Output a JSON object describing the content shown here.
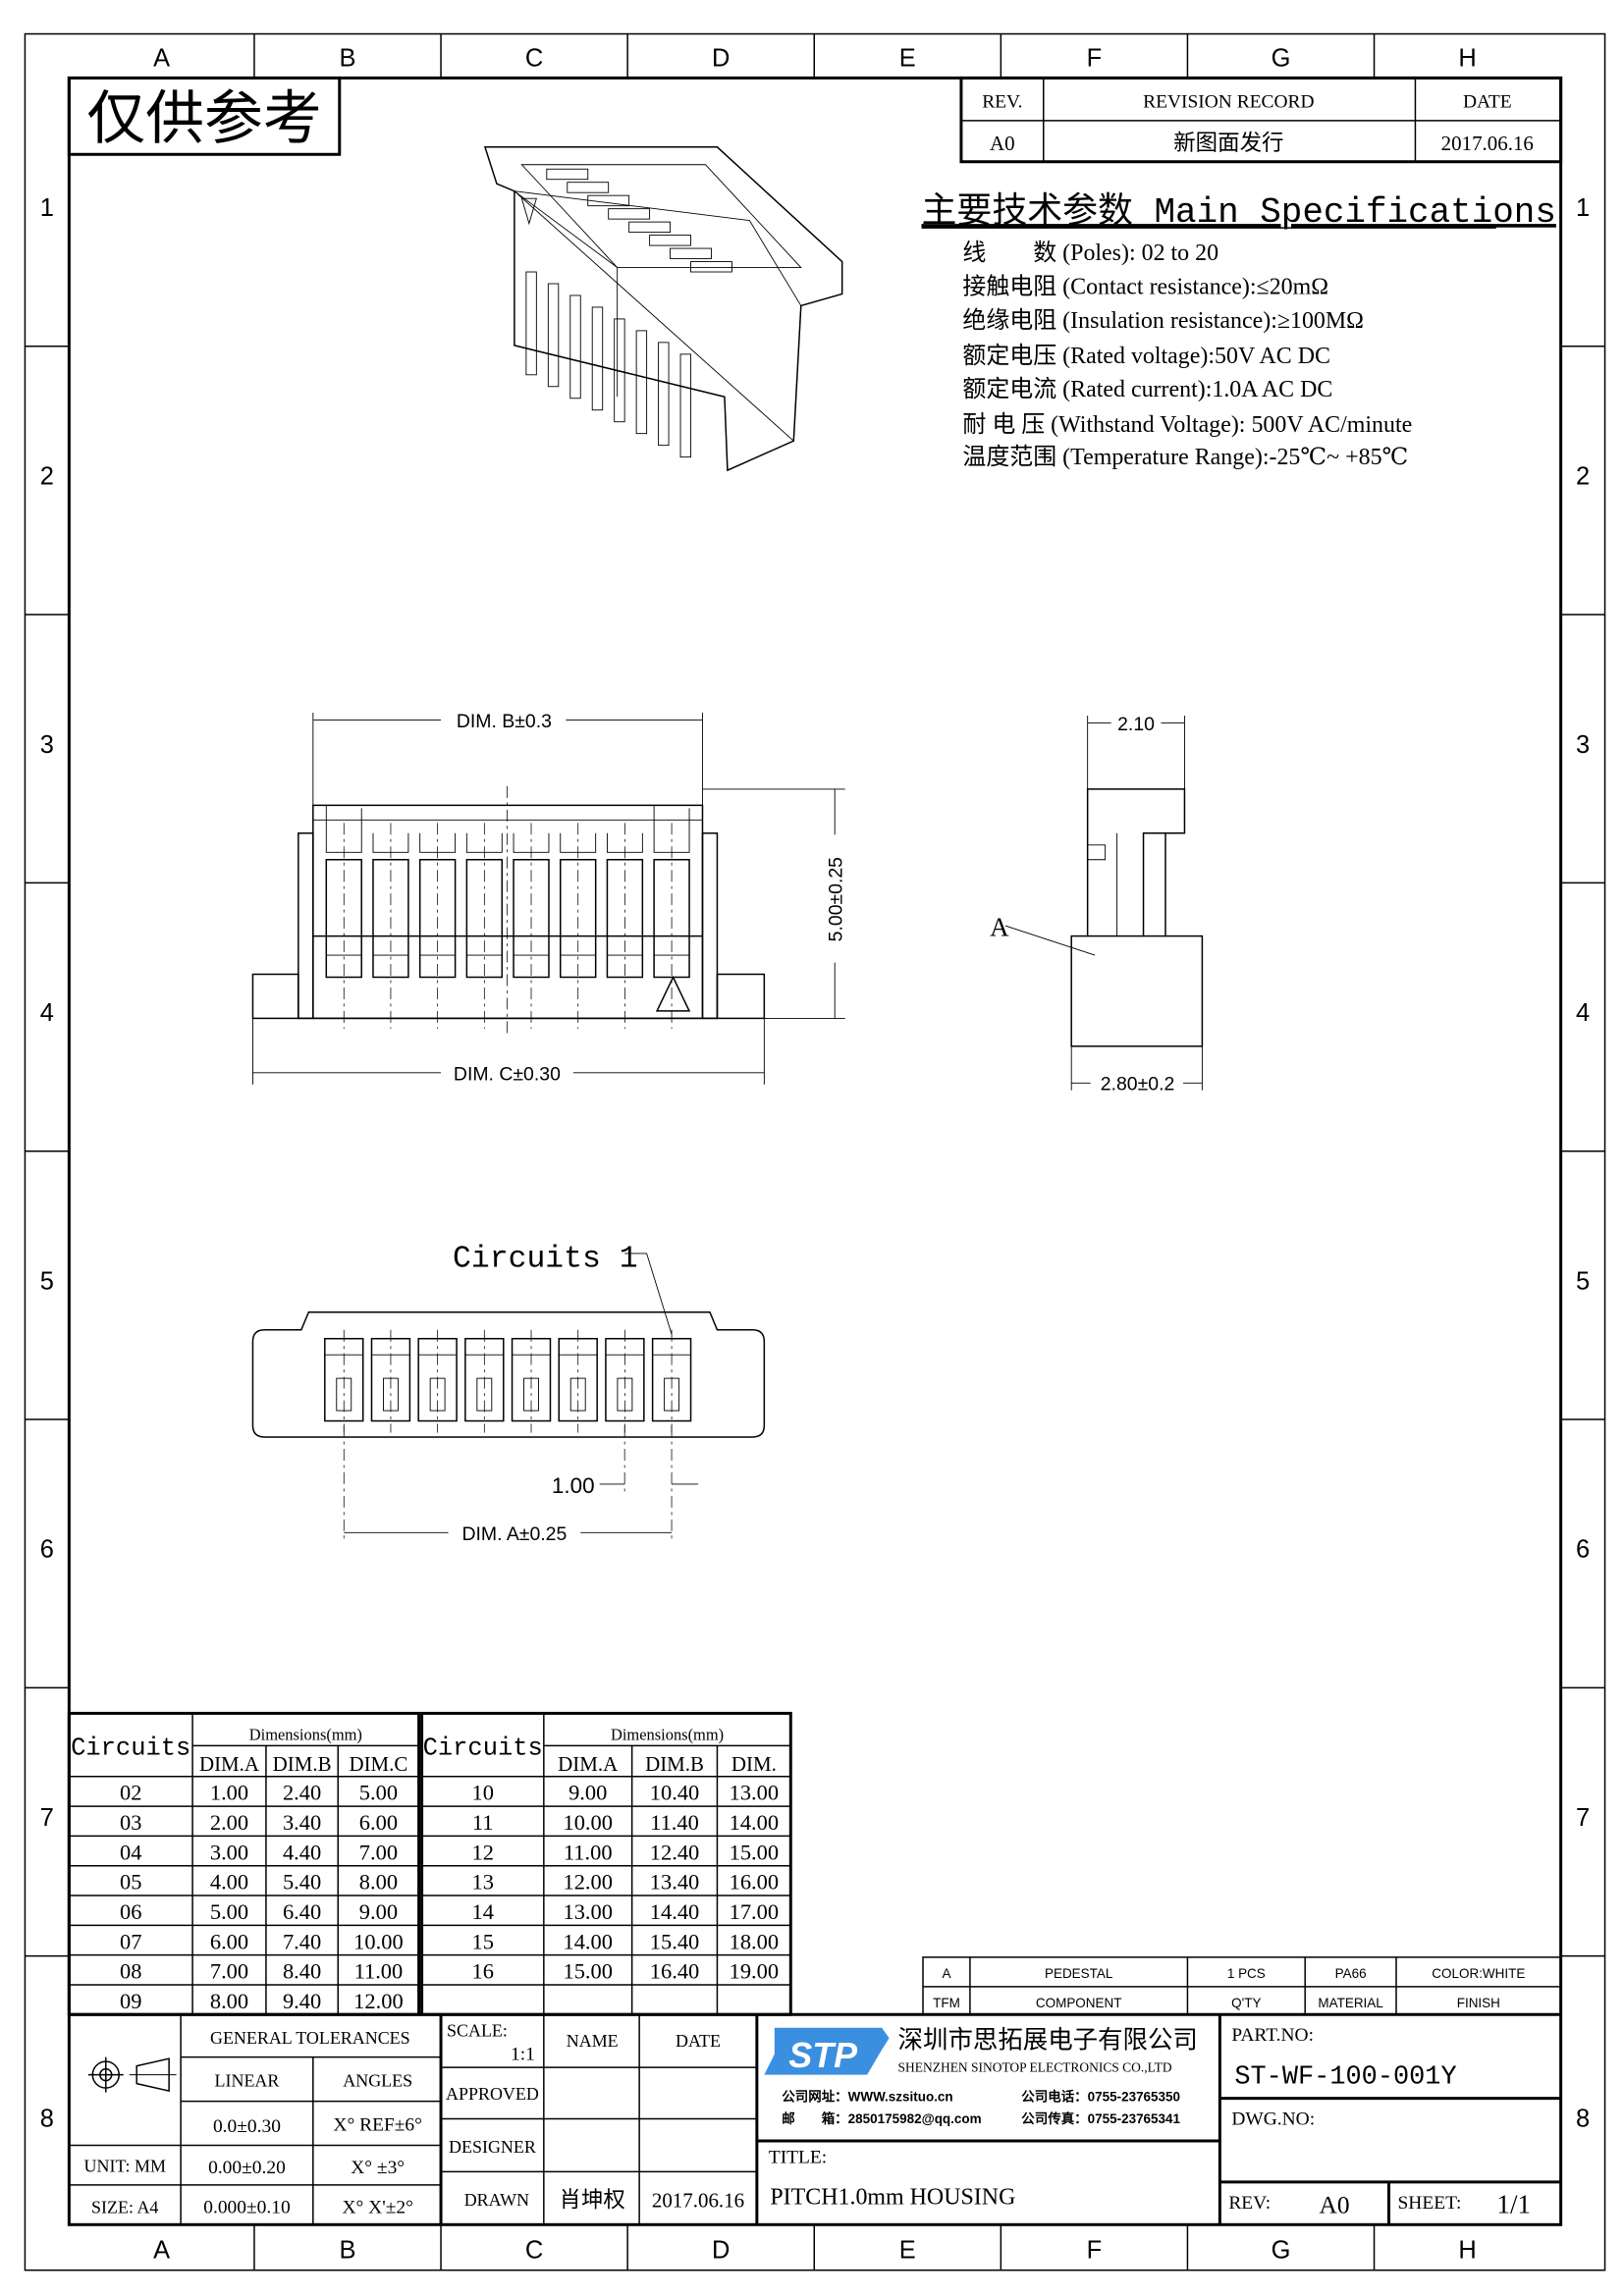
{
  "frame": {
    "columns": [
      "A",
      "B",
      "C",
      "D",
      "E",
      "F",
      "G",
      "H"
    ],
    "rows": [
      "1",
      "2",
      "3",
      "4",
      "5",
      "6",
      "7",
      "8"
    ]
  },
  "stamp": "仅供参考",
  "revision": {
    "headers": [
      "REV.",
      "REVISION RECORD",
      "DATE"
    ],
    "row": [
      "A0",
      "新图面发行",
      "2017.06.16"
    ]
  },
  "specs": {
    "title": "主要技术参数 Main Specifications",
    "lines": [
      "线　　数 (Poles): 02 to 20",
      "接触电阻 (Contact resistance):≤20mΩ",
      "绝缘电阻 (Insulation resistance):≥100MΩ",
      "额定电压 (Rated voltage):50V AC DC",
      "额定电流 (Rated current):1.0A AC DC",
      "耐 电 压 (Withstand Voltage): 500V AC/minute",
      "温度范围 (Temperature Range):-25℃~ +85℃"
    ]
  },
  "drawing": {
    "dim_b": "DIM. B±0.3",
    "dim_c": "DIM. C±0.30",
    "height": "5.00±0.25",
    "side_width": "2.10",
    "side_base": "2.80±0.2",
    "side_label": "A",
    "circuits_label": "Circuits 1",
    "pitch": "1.00",
    "dim_a": "DIM. A±0.25"
  },
  "dim_table": {
    "circuits_header": "Circuits",
    "group_header": "Dimensions(mm)",
    "left_cols": [
      "DIM.A",
      "DIM.B",
      "DIM.C"
    ],
    "right_cols": [
      "DIM.A",
      "DIM.B",
      "DIM."
    ],
    "left_rows": [
      [
        "02",
        "1.00",
        "2.40",
        "5.00"
      ],
      [
        "03",
        "2.00",
        "3.40",
        "6.00"
      ],
      [
        "04",
        "3.00",
        "4.40",
        "7.00"
      ],
      [
        "05",
        "4.00",
        "5.40",
        "8.00"
      ],
      [
        "06",
        "5.00",
        "6.40",
        "9.00"
      ],
      [
        "07",
        "6.00",
        "7.40",
        "10.00"
      ],
      [
        "08",
        "7.00",
        "8.40",
        "11.00"
      ],
      [
        "09",
        "8.00",
        "9.40",
        "12.00"
      ]
    ],
    "right_rows": [
      [
        "10",
        "9.00",
        "10.40",
        "13.00"
      ],
      [
        "11",
        "10.00",
        "11.40",
        "14.00"
      ],
      [
        "12",
        "11.00",
        "12.40",
        "15.00"
      ],
      [
        "13",
        "12.00",
        "13.40",
        "16.00"
      ],
      [
        "14",
        "13.00",
        "14.40",
        "17.00"
      ],
      [
        "15",
        "14.00",
        "15.40",
        "18.00"
      ],
      [
        "16",
        "15.00",
        "16.40",
        "19.00"
      ]
    ]
  },
  "bom": {
    "row": [
      "A",
      "PEDESTAL",
      "1 PCS",
      "PA66",
      "COLOR:WHITE"
    ],
    "header": [
      "TFM",
      "COMPONENT",
      "Q'TY",
      "MATERIAL",
      "FINISH"
    ]
  },
  "title_block": {
    "general_tolerances": "GENERAL TOLERANCES",
    "linear": "LINEAR",
    "angles": "ANGLES",
    "tol_rows": [
      [
        "0.0±0.30",
        "X° REF±6°"
      ],
      [
        "0.00±0.20",
        "X° ±3°"
      ],
      [
        "0.000±0.10",
        "X° X'±2°"
      ]
    ],
    "unit": "UNIT: MM",
    "size": "SIZE: A4",
    "scale_label": "SCALE:",
    "scale": "1:1",
    "name": "NAME",
    "date": "DATE",
    "approved": "APPROVED",
    "designer": "DESIGNER",
    "drawn": "DRAWN",
    "drawn_name": "肖坤权",
    "drawn_date": "2017.06.16",
    "logo_text": "STP",
    "company_cn": "深圳市思拓展电子有限公司",
    "company_en": "SHENZHEN SINOTOP ELECTRONICS CO.,LTD",
    "website": "公司网址：WWW.szsituo.cn",
    "email": "邮　　箱：2850175982@qq.com",
    "phone": "公司电话：0755-23765350",
    "fax": "公司传真：0755-23765341",
    "title_label": "TITLE:",
    "title": "PITCH1.0mm HOUSING",
    "part_no_label": "PART.NO:",
    "part_no": "ST-WF-100-001Y",
    "dwg_no_label": "DWG.NO:",
    "rev_label": "REV:",
    "rev": "A0",
    "sheet_label": "SHEET:",
    "sheet": "1/1"
  },
  "colors": {
    "logo": "#3b8fe0"
  }
}
